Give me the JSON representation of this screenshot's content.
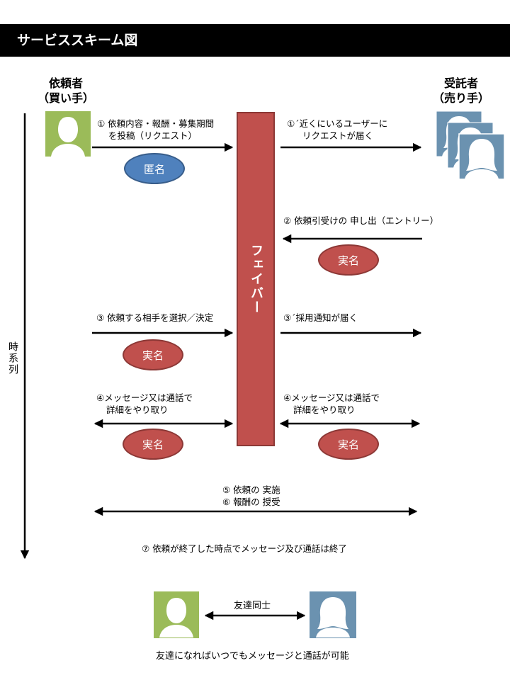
{
  "title": "サービススキーム図",
  "requester": {
    "line1": "依頼者",
    "line2": "（買い手）"
  },
  "contractor": {
    "line1": "受託者",
    "line2": "（売り手）"
  },
  "platform_name": "フェイバー",
  "timeline_label": "時系列",
  "steps": {
    "s1": [
      "① 依頼内容・報酬・募集期間",
      "を投稿（リクエスト）"
    ],
    "s1b": [
      "①´近くにいるユーザーに",
      "リクエストが届く"
    ],
    "s2": [
      "② 依頼引受けの 申し出（エントリー）"
    ],
    "s3": [
      "③ 依頼する相手を選択／決定"
    ],
    "s3b": [
      "③´採用通知が届く"
    ],
    "s4_left": [
      "④メッセージ又は通話で",
      "詳細をやり取り"
    ],
    "s4_right": [
      "④メッセージ又は通話で",
      "詳細をやり取り"
    ],
    "s56": [
      "⑤ 依頼の 実施",
      "⑥ 報酬の 授受"
    ],
    "s7": "⑦ 依頼が終了した時点でメッセージ及び通話は終了"
  },
  "badges": {
    "anonymous": "匿名",
    "real_name": "実名"
  },
  "friends": {
    "arrow_label": "友達同士",
    "caption": "友達になればいつでもメッセージと通話が可能"
  },
  "colors": {
    "requester_green": "#9bbb59",
    "contractor_blue": "#6b92b0",
    "platform_red": "#c0504d",
    "anon_blue": "#4f81bd",
    "title_bg": "#000000"
  }
}
